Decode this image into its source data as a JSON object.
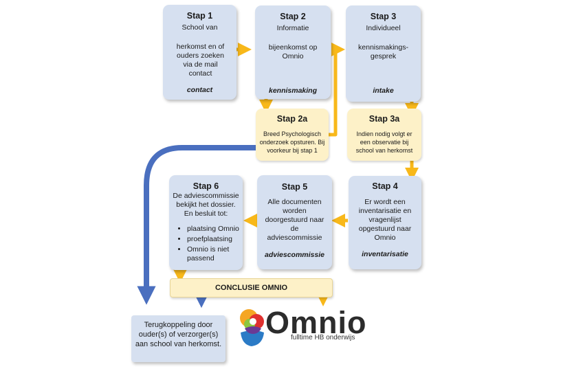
{
  "steps": {
    "s1": {
      "title": "Stap 1",
      "line1": "School van",
      "line2": "herkomst en of ouders zoeken via de mail contact",
      "foot": "contact"
    },
    "s2": {
      "title": "Stap 2",
      "line1": "Informatie",
      "line2": "bijeenkomst op Omnio",
      "foot": "kennismaking"
    },
    "s3": {
      "title": "Stap 3",
      "line1": "Individueel",
      "line2": "kennismakings-gesprek",
      "foot": "intake"
    },
    "s2a": {
      "title": "Stap 2a",
      "text": "Breed Psychologisch onderzoek opsturen. Bij voorkeur bij stap 1"
    },
    "s3a": {
      "title": "Stap 3a",
      "text": "Indien nodig volgt er een observatie bij school van herkomst"
    },
    "s4": {
      "title": "Stap 4",
      "text": "Er wordt een inventarisatie en vragenlijst opgestuurd naar Omnio",
      "foot": "inventarisatie"
    },
    "s5": {
      "title": "Stap 5",
      "text": "Alle documenten worden doorgestuurd naar de adviescommissie",
      "foot": "adviescommissie"
    },
    "s6": {
      "title": "Stap 6",
      "text": "De adviescommissie bekijkt het dossier. En besluit tot:",
      "options": [
        "plaatsing Omnio",
        "proefplaatsing",
        "Omnio is niet passend"
      ]
    }
  },
  "conclusion": "CONCLUSIE OMNIO",
  "feedback": "Terugkoppeling door ouder(s) of verzorger(s) aan school van herkomst.",
  "logo": {
    "name": "Omnio",
    "tagline": "fulltime HB onderwijs"
  },
  "colors": {
    "step_blue": "#d6e0f0",
    "step_cream": "#fdf1c8",
    "arrow_yellow": "#f8b81a",
    "arrow_blue": "#4a6fbf"
  }
}
